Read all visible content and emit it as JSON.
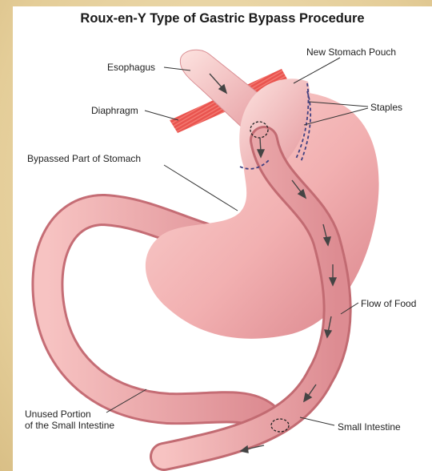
{
  "title": "Roux-en-Y Type of Gastric Bypass Procedure",
  "labels": {
    "esophagus": "Esophagus",
    "new_pouch": "New Stomach Pouch",
    "diaphragm": "Diaphragm",
    "staples": "Staples",
    "bypassed": "Bypassed Part of Stomach",
    "flow": "Flow of Food",
    "unused_line1": "Unused Portion",
    "unused_line2": "of the Small Intestine",
    "small_intestine": "Small Intestine"
  },
  "colors": {
    "tissue": "#f0a9aa",
    "tissue_dark": "#c96a72",
    "diaphragm": "#e85450",
    "staples": "#4a4a86",
    "arrow": "#444444"
  }
}
